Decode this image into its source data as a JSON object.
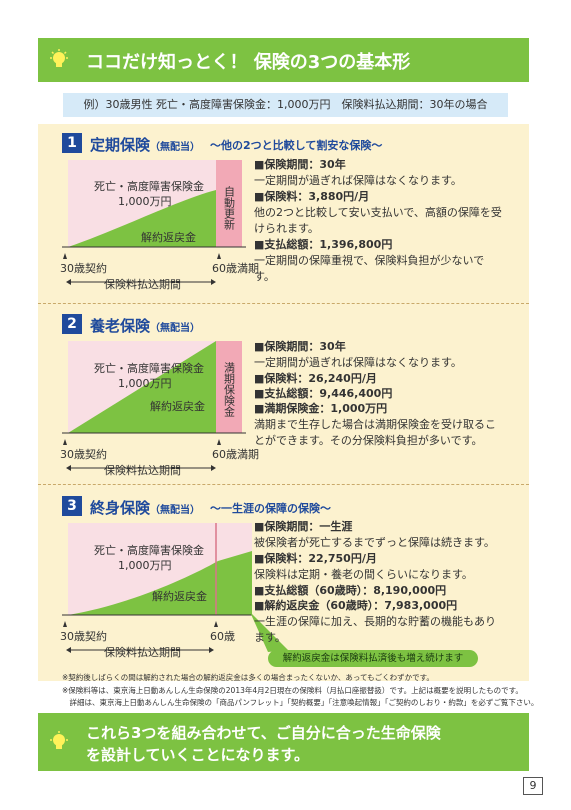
{
  "header": {
    "title": "ココだけ知っとく！ 保険の3つの基本形"
  },
  "info": "例）30歳男性 死亡・高度障害保険金：1,000万円　保険料払込期間：30年の場合",
  "sections": [
    {
      "num": "1",
      "title": "定期保険",
      "tag": "（無配当）",
      "subtitle": "～他の2つと比較して割安な保険～",
      "chart": {
        "death_label": "死亡・高度障害保険金",
        "amount": "1,000万円",
        "refund_label": "解約返戻金",
        "side_label": "自動更新",
        "start_label": "30歳契約",
        "end_label": "60歳満期",
        "period_label": "保険料払込期間"
      },
      "items": [
        {
          "head": "■保険期間：30年",
          "body": "一定期間が過ぎれば保障はなくなります。"
        },
        {
          "head": "■保険料：3,880円/月",
          "body": "他の2つと比較して安い支払いで、高額の保障を受けられます。"
        },
        {
          "head": "■支払総額：1,396,800円",
          "body": "一定期間の保障重視で、保険料負担が少ないです。"
        }
      ]
    },
    {
      "num": "2",
      "title": "養老保険",
      "tag": "（無配当）",
      "subtitle": "",
      "chart": {
        "death_label": "死亡・高度障害保険金",
        "amount": "1,000万円",
        "refund_label": "解約返戻金",
        "side_label": "満期保険金",
        "start_label": "30歳契約",
        "end_label": "60歳満期",
        "period_label": "保険料払込期間"
      },
      "items": [
        {
          "head": "■保険期間：30年",
          "body": "一定期間が過ぎれば保障はなくなります。"
        },
        {
          "head": "■保険料：26,240円/月",
          "body": ""
        },
        {
          "head": "■支払総額：9,446,400円",
          "body": ""
        },
        {
          "head": "■満期保険金：1,000万円",
          "body": "満期まで生存した場合は満期保険金を受け取ることができます。その分保険料負担が多いです。"
        }
      ]
    },
    {
      "num": "3",
      "title": "終身保険",
      "tag": "（無配当）",
      "subtitle": "～一生涯の保障の保険～",
      "chart": {
        "death_label": "死亡・高度障害保険金",
        "amount": "1,000万円",
        "refund_label": "解約返戻金",
        "start_label": "30歳契約",
        "end_label": "60歳",
        "period_label": "保険料払込期間",
        "callout": "解約返戻金は保険料払済後も増え続けます"
      },
      "items": [
        {
          "head": "■保険期間：一生涯",
          "body": "被保険者が死亡するまでずっと保障は続きます。"
        },
        {
          "head": "■保険料：22,750円/月",
          "body": "保険料は定期・養老の間くらいになります。"
        },
        {
          "head": "■支払総額（60歳時）：8,190,000円",
          "body": ""
        },
        {
          "head": "■解約返戻金（60歳時）：7,983,000円",
          "body": "一生涯の保障に加え、長期的な貯蓄の機能もあります。"
        }
      ]
    }
  ],
  "notes": [
    "※契約後しばらくの間は解約された場合の解約返戻金は多くの場合まったくないか、あってもごくわずかです。",
    "※保険料等は、東京海上日動あんしん生命保険の2013年4月2日現在の保険料（月払口座振替扱）です。上記は概要を説明したものです。",
    "　詳細は、東京海上日動あんしん生命保険の「商品パンフレット」「契約概要」「注意喚起情報」「ご契約のしおり・約款」を必ずご覧下さい。"
  ],
  "footer": {
    "line1": "これら3つを組み合わせて、ご自分に合った生命保険",
    "line2": "を設計していくことになります。"
  },
  "page_number": "9",
  "colors": {
    "green": "#7dc242",
    "navy": "#1f4a9c",
    "cream": "#fcf2cf",
    "pink": "#f9dfe4",
    "pink_dark": "#f2a9b6"
  }
}
